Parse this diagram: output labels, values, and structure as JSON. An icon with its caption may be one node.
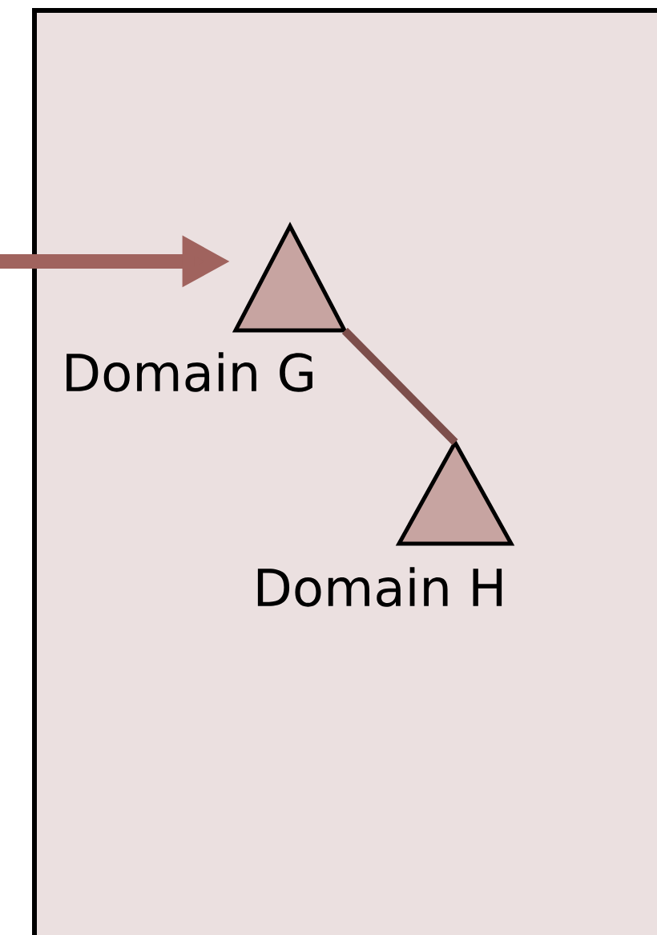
{
  "diagram": {
    "nodes": [
      {
        "text": [],
        "shape": "box"
      },
      {
        "text": [
          "Domain G"
        ],
        "in": 0
      },
      {
        "text": [
          "Domain H"
        ],
        "in": 0
      }
    ],
    "edges": [
      {
        "from": null,
        "to": 1,
        "arrow": "to",
        "style": "thick",
        "color": "#a0635e"
      },
      {
        "from": 1,
        "to": 2,
        "arrow": "none",
        "color": "#7d4e4b"
      }
    ]
  }
}
